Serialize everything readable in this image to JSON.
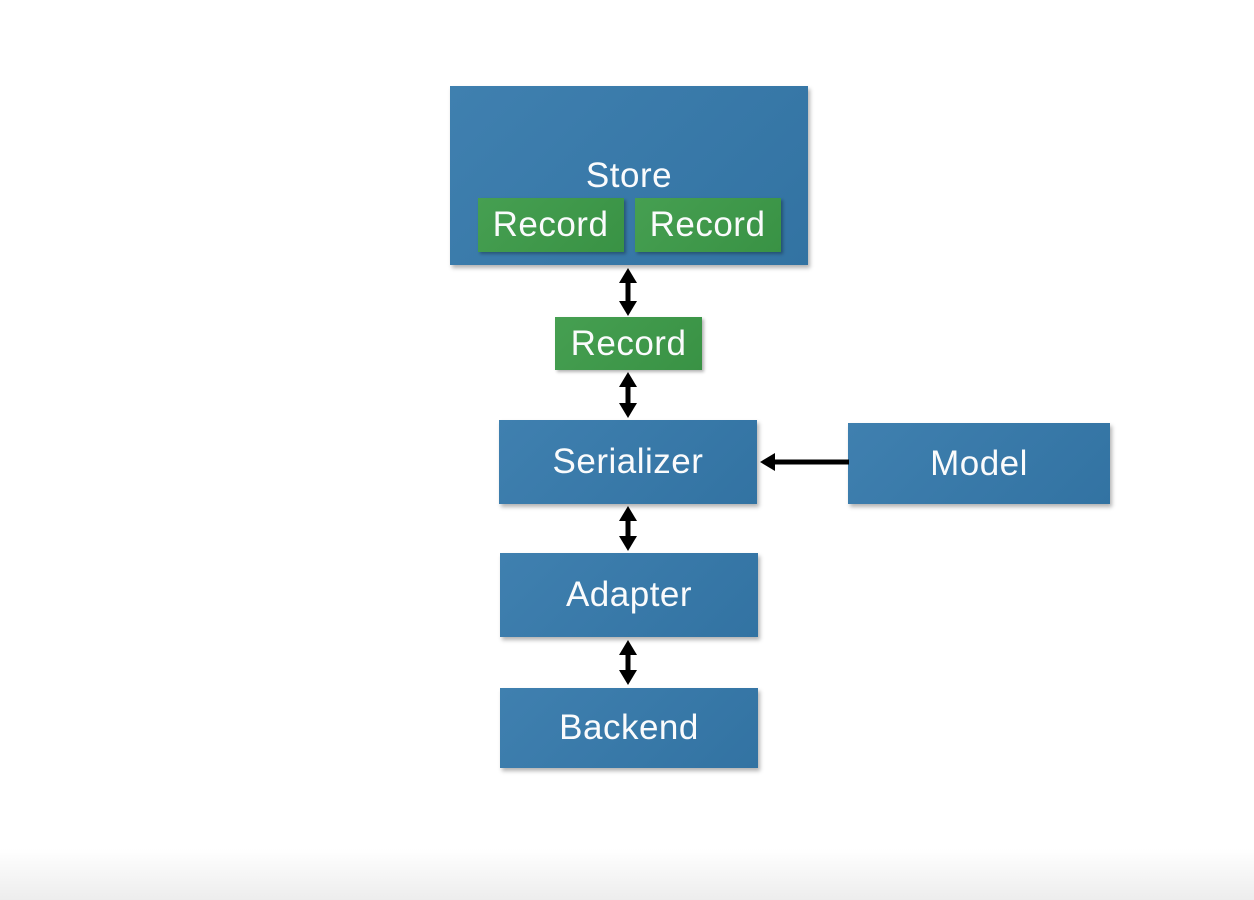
{
  "diagram": {
    "nodes": {
      "store": {
        "label": "Store",
        "color": "#3579ab"
      },
      "store_record_1": {
        "label": "Record",
        "color": "#3c9a48"
      },
      "store_record_2": {
        "label": "Record",
        "color": "#3c9a48"
      },
      "record": {
        "label": "Record",
        "color": "#3c9a48"
      },
      "serializer": {
        "label": "Serializer",
        "color": "#3579ab"
      },
      "model": {
        "label": "Model",
        "color": "#3579ab"
      },
      "adapter": {
        "label": "Adapter",
        "color": "#3579ab"
      },
      "backend": {
        "label": "Backend",
        "color": "#3579ab"
      }
    },
    "edges": [
      {
        "from": "store",
        "to": "record",
        "style": "double-arrow",
        "orientation": "vertical"
      },
      {
        "from": "record",
        "to": "serializer",
        "style": "double-arrow",
        "orientation": "vertical"
      },
      {
        "from": "model",
        "to": "serializer",
        "style": "single-arrow",
        "orientation": "horizontal"
      },
      {
        "from": "serializer",
        "to": "adapter",
        "style": "double-arrow",
        "orientation": "vertical"
      },
      {
        "from": "adapter",
        "to": "backend",
        "style": "double-arrow",
        "orientation": "vertical"
      }
    ],
    "colors": {
      "box_blue": "#3579ab",
      "box_green": "#3c9a48",
      "arrow": "#000000",
      "label_text": "#fafbfc",
      "background": "#ffffff"
    }
  }
}
